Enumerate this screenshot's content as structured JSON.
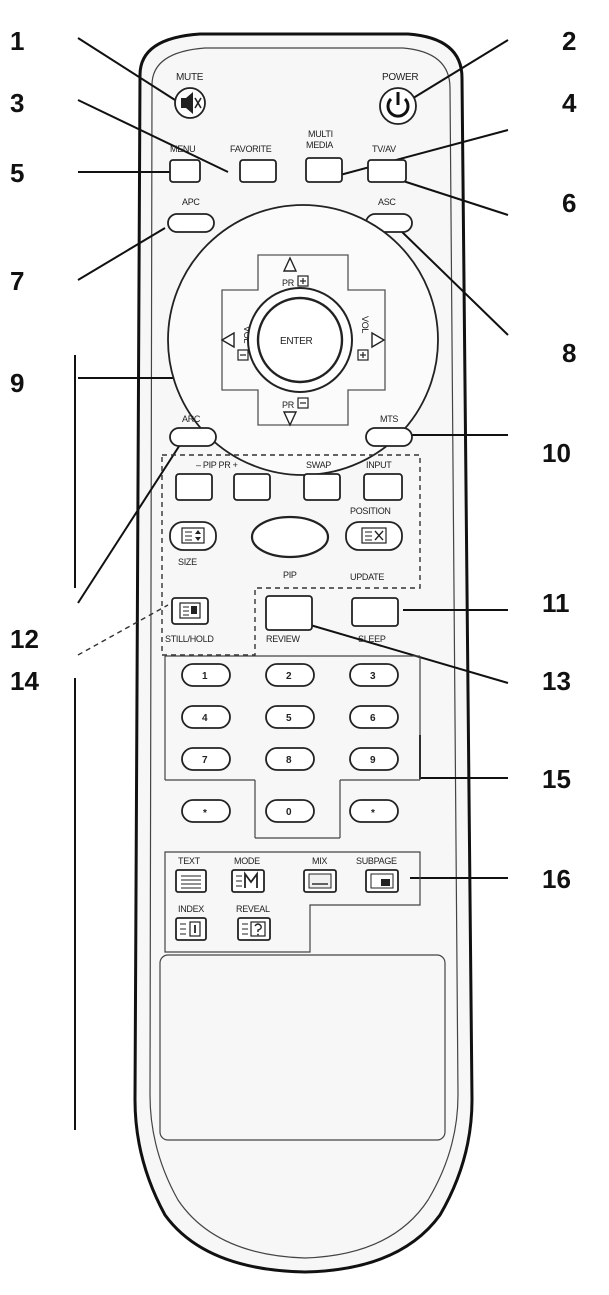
{
  "callouts": [
    "1",
    "2",
    "3",
    "4",
    "5",
    "6",
    "7",
    "8",
    "9",
    "10",
    "11",
    "12",
    "13",
    "14",
    "15",
    "16"
  ],
  "remote": {
    "top": {
      "mute": "MUTE",
      "power": "POWER",
      "menu": "MENU",
      "favorite": "FAVORITE",
      "multi_media_line1": "MULTI",
      "multi_media_line2": "MEDIA",
      "tv_av": "TV/AV",
      "apc": "APC",
      "asc": "ASC"
    },
    "dpad": {
      "pr_up": "PR",
      "pr_down": "PR",
      "vol_left": "VOL",
      "vol_right": "VOL",
      "enter": "ENTER"
    },
    "mid": {
      "arc": "ARC",
      "mts": "MTS"
    },
    "pip": {
      "pip_pr": "– PIP PR +",
      "swap": "SWAP",
      "input": "INPUT",
      "position": "POSITION",
      "size": "SIZE",
      "pip": "PIP",
      "update": "UPDATE",
      "still_hold": "STILL/HOLD",
      "review": "REVIEW",
      "sleep": "SLEEP"
    },
    "numpad": {
      "keys": [
        "1",
        "2",
        "3",
        "4",
        "5",
        "6",
        "7",
        "8",
        "9",
        "*",
        "0",
        "*"
      ]
    },
    "teletext": {
      "text": "TEXT",
      "mode": "MODE",
      "mix": "MIX",
      "subpage": "SUBPAGE",
      "index": "INDEX",
      "reveal": "REVEAL"
    }
  }
}
